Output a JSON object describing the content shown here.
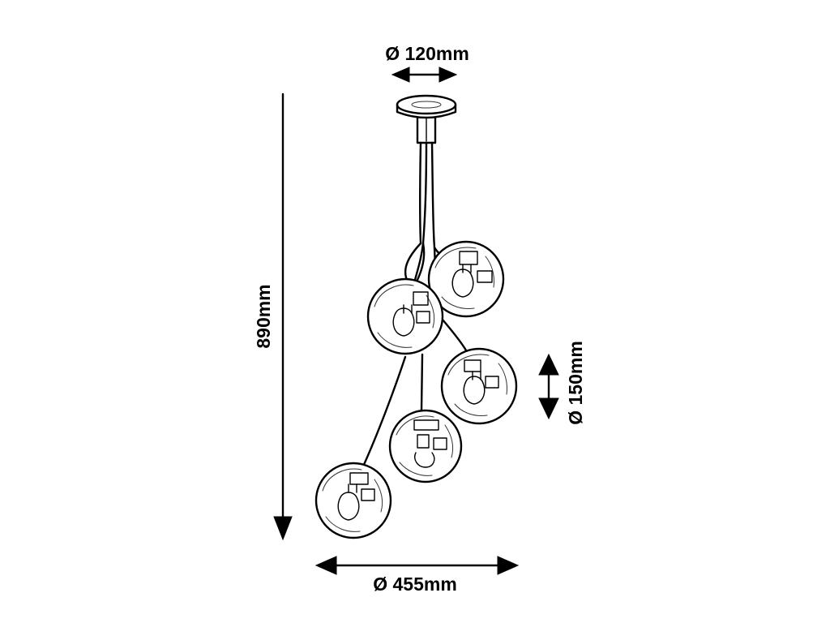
{
  "dimensions": {
    "canopy_diameter": "Ø 120mm",
    "overall_height": "890mm",
    "globe_diameter": "Ø 150mm",
    "overall_width": "Ø 455mm"
  },
  "fixture": {
    "globe_count": 5
  }
}
